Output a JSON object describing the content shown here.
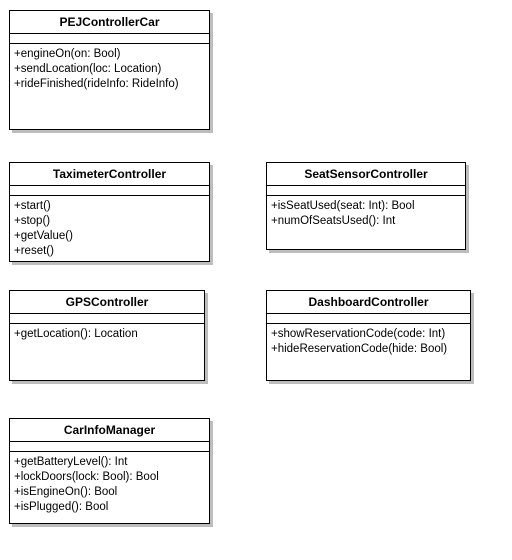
{
  "classes": [
    {
      "id": "pej-controller-car",
      "name": "PEJControllerCar",
      "operations": [
        "+engineOn(on: Bool)",
        "+sendLocation(loc: Location)",
        "+rideFinished(rideInfo: RideInfo)"
      ]
    },
    {
      "id": "taximeter-controller",
      "name": "TaximeterController",
      "operations": [
        "+start()",
        "+stop()",
        "+getValue()",
        "+reset()"
      ]
    },
    {
      "id": "seat-sensor-controller",
      "name": "SeatSensorController",
      "operations": [
        "+isSeatUsed(seat: Int): Bool",
        "+numOfSeatsUsed(): Int"
      ]
    },
    {
      "id": "gps-controller",
      "name": "GPSController",
      "operations": [
        "+getLocation(): Location"
      ]
    },
    {
      "id": "dashboard-controller",
      "name": "DashboardController",
      "operations": [
        "+showReservationCode(code: Int)",
        "+hideReservationCode(hide: Bool)"
      ]
    },
    {
      "id": "car-info-manager",
      "name": "CarInfoManager",
      "operations": [
        "+getBatteryLevel(): Int",
        "+lockDoors(lock: Bool): Bool",
        "+isEngineOn(): Bool",
        "+isPlugged(): Bool"
      ]
    }
  ]
}
